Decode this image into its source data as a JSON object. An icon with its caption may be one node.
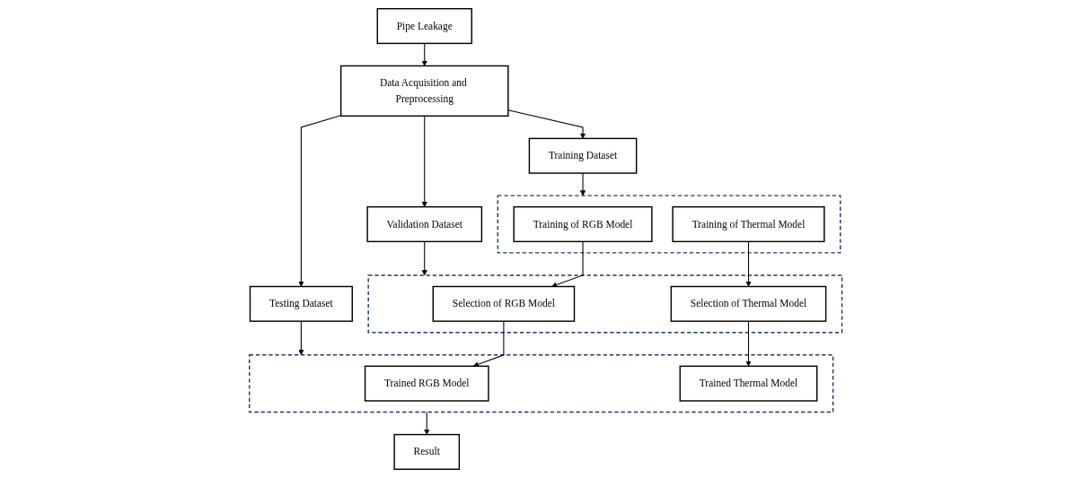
{
  "diagram": {
    "nodes": [
      {
        "text": [
          "Pipe Leakage"
        ]
      },
      {
        "text": [
          "Data Acquisition and Preprocessing"
        ]
      },
      {
        "text": [
          "Training Dataset"
        ]
      },
      {
        "text": [
          "Validation Dataset"
        ]
      },
      {
        "text": [
          "Testing Dataset"
        ]
      },
      {
        "text": [],
        "shape": "box"
      },
      {
        "text": [
          "Training of RGB Model"
        ],
        "in": 5
      },
      {
        "text": [
          "Training of Thermal Model"
        ],
        "in": 5
      },
      {
        "text": [],
        "shape": "box"
      },
      {
        "text": [
          "Selection of RGB Model"
        ],
        "in": 8
      },
      {
        "text": [
          "Selection of Thermal Model"
        ],
        "in": 8
      },
      {
        "text": [],
        "shape": "box"
      },
      {
        "text": [
          "Trained RGB Model"
        ],
        "in": 11
      },
      {
        "text": [
          "Trained Thermal Model"
        ],
        "in": 11
      },
      {
        "text": [
          "Result"
        ]
      }
    ],
    "edges": [
      {
        "from": 0,
        "to": 1,
        "arrow": "to"
      },
      {
        "from": 1,
        "to": 2,
        "arrow": "to"
      },
      {
        "from": 1,
        "to": 3,
        "arrow": "to"
      },
      {
        "from": 1,
        "to": 4,
        "arrow": "to"
      },
      {
        "from": 2,
        "to": 5,
        "arrow": "to"
      },
      {
        "from": 3,
        "to": 8,
        "arrow": "to"
      },
      {
        "from": 4,
        "to": 11,
        "arrow": "to"
      },
      {
        "from": 6,
        "to": 9,
        "arrow": "to"
      },
      {
        "from": 7,
        "to": 10,
        "arrow": "to"
      },
      {
        "from": 9,
        "to": 12,
        "arrow": "to"
      },
      {
        "from": 10,
        "to": 13,
        "arrow": "to"
      },
      {
        "from": 11,
        "to": 14,
        "arrow": "to"
      }
    ]
  }
}
